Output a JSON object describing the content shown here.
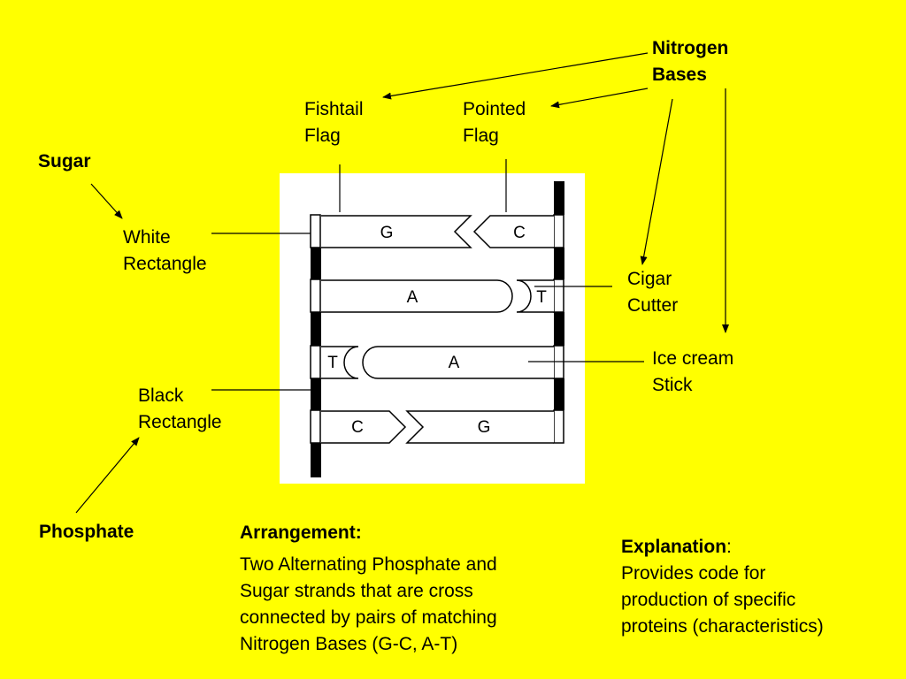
{
  "labels": {
    "nitrogen_bases": [
      "Nitrogen",
      "Bases"
    ],
    "fishtail_flag": [
      "Fishtail",
      "Flag"
    ],
    "pointed_flag": [
      "Pointed",
      "Flag"
    ],
    "sugar": "Sugar",
    "white_rectangle": [
      "White",
      "Rectangle"
    ],
    "cigar_cutter": [
      "Cigar",
      "Cutter"
    ],
    "ice_cream_stick": [
      "Ice cream",
      "Stick"
    ],
    "black_rectangle": [
      "Black",
      "Rectangle"
    ],
    "phosphate": "Phosphate"
  },
  "diagram": {
    "pairs": [
      {
        "left": "G",
        "right": "C"
      },
      {
        "left": "A",
        "right": "T"
      },
      {
        "left": "T",
        "right": "A"
      },
      {
        "left": "C",
        "right": "G"
      }
    ]
  },
  "arrangement": {
    "title": "Arrangement:",
    "lines": [
      "Two Alternating Phosphate and",
      "Sugar strands that are cross",
      "connected by pairs of matching",
      "Nitrogen Bases (G-C, A-T)"
    ]
  },
  "explanation": {
    "title": "Explanation",
    "colon": ":",
    "lines": [
      "Provides code for",
      "production of specific",
      "proteins (characteristics)"
    ]
  },
  "colors": {
    "background": "#ffff00",
    "panel": "#ffffff",
    "ink": "#000000"
  }
}
